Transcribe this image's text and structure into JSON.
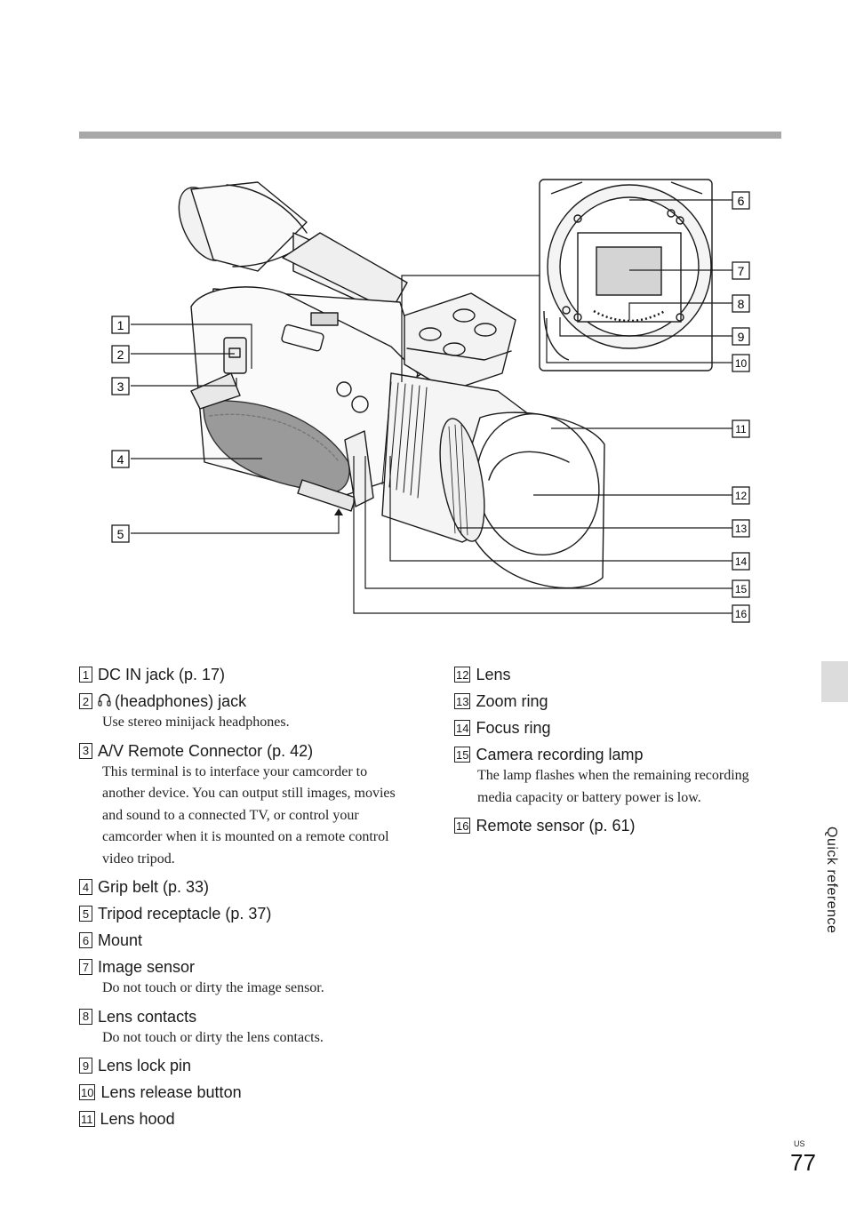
{
  "page": {
    "region": "US",
    "number": "77",
    "side_tab": "Quick reference"
  },
  "callout_numbers": [
    "1",
    "2",
    "3",
    "4",
    "5",
    "6",
    "7",
    "8",
    "9",
    "10",
    "11",
    "12",
    "13",
    "14",
    "15",
    "16"
  ],
  "items_left": [
    {
      "num": "1",
      "label": "DC IN jack (p. 17)",
      "note": ""
    },
    {
      "num": "2",
      "label": "(headphones) jack",
      "icon": "headphones-icon",
      "note": "Use stereo minijack headphones."
    },
    {
      "num": "3",
      "label": "A/V Remote Connector (p. 42)",
      "note": "This terminal is to interface your camcorder to another device. You can output still images, movies and sound to a connected TV, or control your camcorder when it is mounted on a remote control video tripod."
    },
    {
      "num": "4",
      "label": "Grip belt (p. 33)",
      "note": ""
    },
    {
      "num": "5",
      "label": "Tripod receptacle (p. 37)",
      "note": ""
    },
    {
      "num": "6",
      "label": "Mount",
      "note": ""
    },
    {
      "num": "7",
      "label": "Image sensor",
      "note": "Do not touch or dirty the image sensor."
    },
    {
      "num": "8",
      "label": "Lens contacts",
      "note": "Do not touch or dirty the lens contacts."
    },
    {
      "num": "9",
      "label": "Lens lock pin",
      "note": ""
    },
    {
      "num": "10",
      "label": "Lens release button",
      "note": ""
    },
    {
      "num": "11",
      "label": "Lens hood",
      "note": ""
    }
  ],
  "items_right": [
    {
      "num": "12",
      "label": "Lens",
      "note": ""
    },
    {
      "num": "13",
      "label": "Zoom ring",
      "note": ""
    },
    {
      "num": "14",
      "label": "Focus ring",
      "note": ""
    },
    {
      "num": "15",
      "label": "Camera recording lamp",
      "note": "The lamp flashes when the remaining recording media capacity or battery power is low."
    },
    {
      "num": "16",
      "label": "Remote sensor (p. 61)",
      "note": ""
    }
  ]
}
